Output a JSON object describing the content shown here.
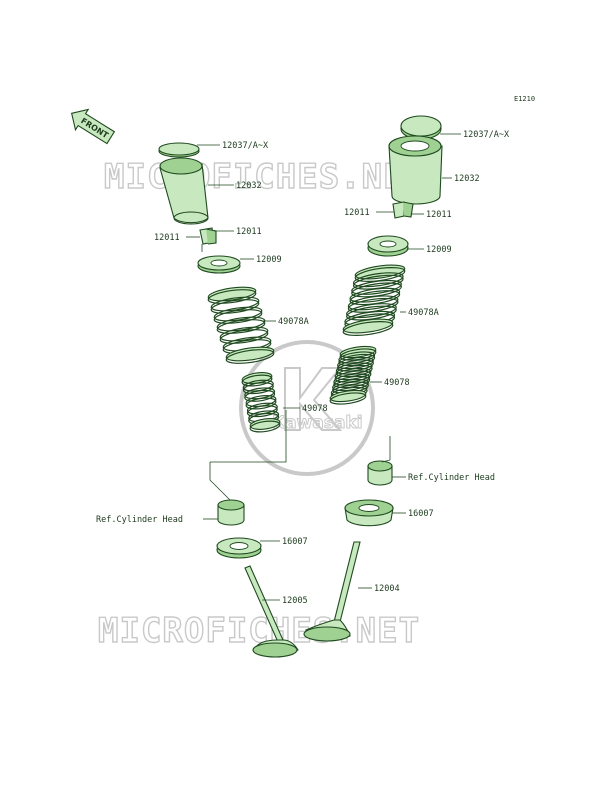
{
  "diagram_code": "E1210",
  "front_label": "FRONT",
  "watermark": {
    "top": "MICROFICHES.NET",
    "bottom": "MICROFICHES.NET",
    "logo": "Kawasaki"
  },
  "labels": {
    "l_12037": "12037/A~X",
    "l_12032": "12032",
    "l_12011a": "12011",
    "l_12011b": "12011",
    "l_12009": "12009",
    "l_49078a": "49078A",
    "l_49078": "49078",
    "l_refhead": "Ref.Cylinder Head",
    "l_16007": "16007",
    "l_12005": "12005",
    "r_12037": "12037/A~X",
    "r_12032": "12032",
    "r_12011a": "12011",
    "r_12011b": "12011",
    "r_12009": "12009",
    "r_49078a": "49078A",
    "r_49078": "49078",
    "r_refhead": "Ref.Cylinder Head",
    "r_16007": "16007",
    "r_12004": "12004"
  },
  "colors": {
    "part_fill": "#c8e8bf",
    "outline": "#1f4a1f",
    "watermark": "#c9c9c9"
  }
}
